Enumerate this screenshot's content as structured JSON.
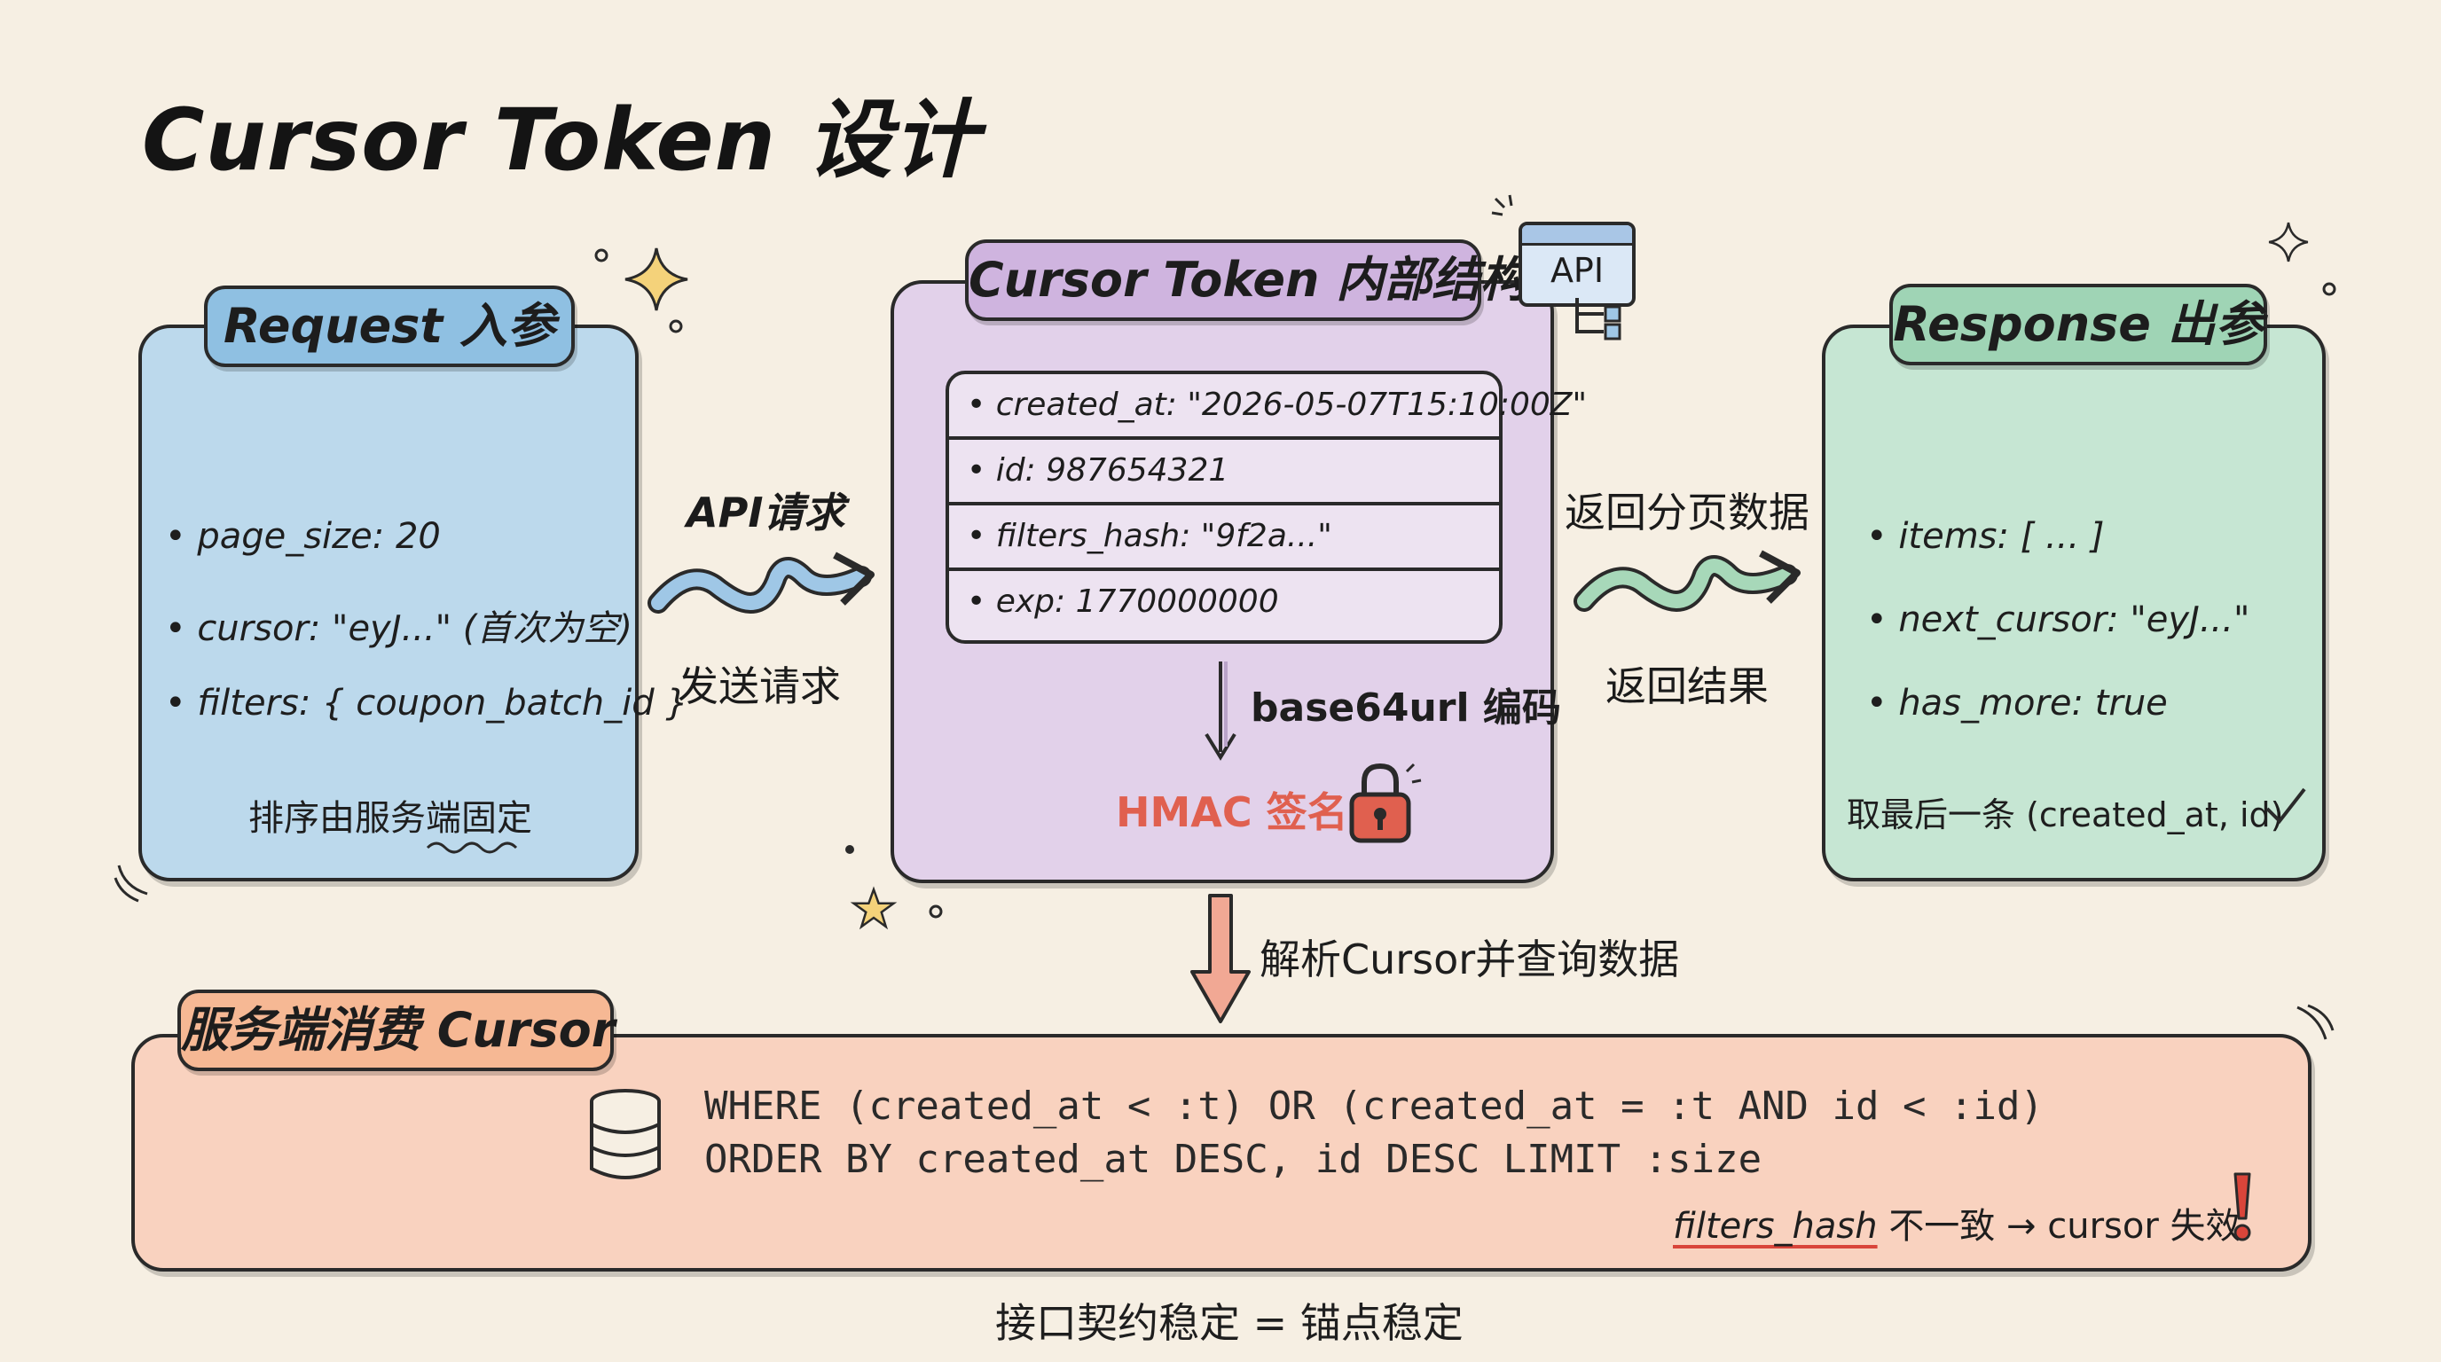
{
  "title": "Cursor Token 设计",
  "request": {
    "tab": "Request 入参",
    "items": [
      "page_size: 20",
      "cursor: \"eyJ...\" (首次为空)",
      "filters: { coupon_batch_id }"
    ],
    "note": "排序由服务端固定"
  },
  "arrow_left": {
    "top": "API请求",
    "bottom": "发送请求"
  },
  "token": {
    "tab": "Cursor Token 内部结构",
    "api_badge": "API",
    "fields": [
      "created_at: \"2026-05-07T15:10:00Z\"",
      "id: 987654321",
      "filters_hash: \"9f2a...\"",
      "exp: 1770000000"
    ],
    "encode_label": "base64url 编码",
    "hmac_label": "HMAC 签名"
  },
  "arrow_right": {
    "top": "返回分页数据",
    "bottom": "返回结果"
  },
  "response": {
    "tab": "Response 出参",
    "items": [
      "items: [ ... ]",
      "next_cursor: \"eyJ...\"",
      "has_more: true"
    ],
    "note": "取最后一条 (created_at, id)"
  },
  "parse_label": "解析Cursor并查询数据",
  "server": {
    "tab": "服务端消费 Cursor",
    "sql_line1": "WHERE (created_at < :t) OR (created_at = :t AND id < :id)",
    "sql_line2": "ORDER BY created_at DESC, id DESC LIMIT :size",
    "warn_key": "filters_hash",
    "warn_text": "不一致 → cursor 失效"
  },
  "footer": "接口契约稳定 = 锚点稳定",
  "colors": {
    "request": "#bcd9ec",
    "token": "#e2d1ea",
    "response": "#c6e6d3",
    "server": "#f9d2bf",
    "hmac": "#e0604f",
    "warn": "#d9453a"
  },
  "icons": [
    "sparkle-icon",
    "api-icon",
    "lock-icon",
    "database-icon",
    "check-icon",
    "exclamation-icon"
  ]
}
